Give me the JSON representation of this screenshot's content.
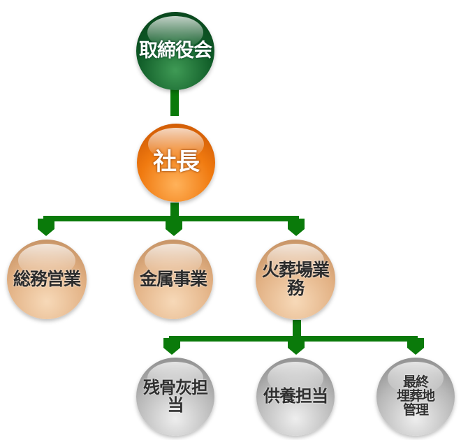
{
  "colors": {
    "connector": "#0a7a0a",
    "board": "#0e5a26",
    "president": "#f07a10",
    "division": "#e2b184",
    "staff": "#b8b8b8"
  },
  "board": {
    "label": "取締役会"
  },
  "president": {
    "label": "社長"
  },
  "divisions": [
    {
      "label": "総務営業"
    },
    {
      "label": "金属事業"
    },
    {
      "label": "火葬場業務"
    }
  ],
  "staff": [
    {
      "label": "残骨灰担当"
    },
    {
      "label": "供養担当"
    },
    {
      "label": "最終\n埋葬地\n管理"
    }
  ]
}
